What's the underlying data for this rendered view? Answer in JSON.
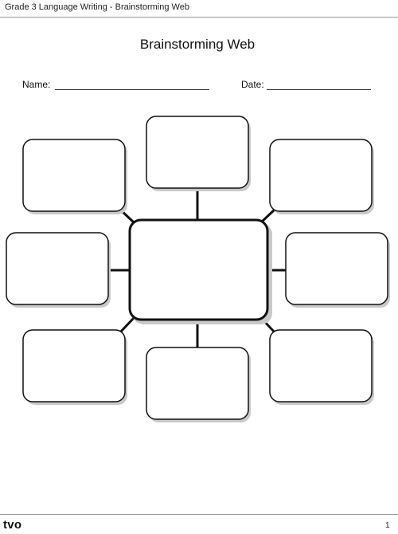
{
  "header": {
    "text": "Grade 3 Language Writing - Brainstorming Web"
  },
  "worksheet": {
    "title": "Brainstorming Web",
    "name_label": "Name:",
    "date_label": "Date:",
    "web": {
      "center_box": "empty",
      "outer_boxes": [
        "empty",
        "empty",
        "empty",
        "empty",
        "empty",
        "empty",
        "empty",
        "empty"
      ]
    }
  },
  "footer": {
    "logo": "tvo",
    "page_number": "1"
  }
}
